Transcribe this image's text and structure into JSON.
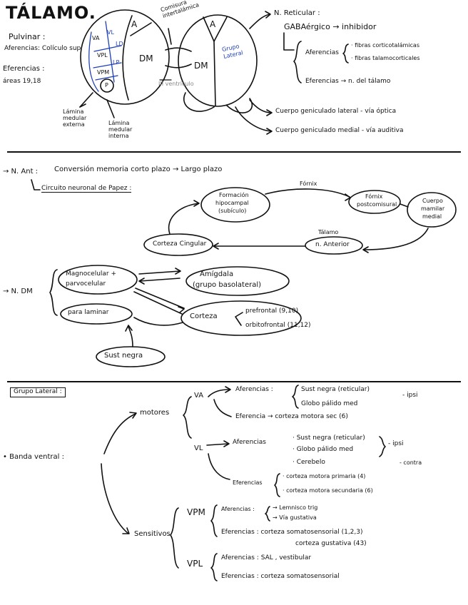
{
  "top": {
    "title": "TÁLAMO.",
    "pulvinar": {
      "label": "Pulvinar :",
      "afferents": "Aferencias: Colículo sup",
      "efferents": "Eferencias :",
      "areas": "áreas 19,18"
    },
    "nuclei_left": [
      "A",
      "VA",
      "VL",
      "VPL",
      "VPM",
      "LD",
      "LP",
      "DM",
      "P"
    ],
    "lamina_labels": [
      "Lámina medular externa",
      "Lámina medular interna"
    ],
    "commissure": "Comisura intertalámica",
    "ventricle": "III ventrículo",
    "nuclei_right": [
      "A",
      "DM",
      "Grupo Lateral"
    ],
    "reticular": {
      "label": "N. Reticular :",
      "gaba": "GABAérgico → inhibidor",
      "afferents": "Aferencias",
      "afferent_items": [
        "· fibras corticotalámicas",
        "· fibras talamocorticales"
      ],
      "efferents": "Eferencias → n. del tálamo"
    },
    "lateral_geniculate": "Cuerpo geniculado lateral - vía óptica",
    "medial_geniculate": "Cuerpo geniculado medial - vía auditiva"
  },
  "anterior": {
    "label": "→ N. Ant :",
    "description": "Conversión memoria corto plazo → Largo plazo",
    "papez_title": "Circuito neuronal de Papez :",
    "nodes": {
      "hippocampus": [
        "Formación",
        "hipocampal",
        "(subículo)"
      ],
      "fornix_label": "Fórnix",
      "fornix_post": [
        "Fórnix",
        "postcomisural"
      ],
      "mammillary": [
        "Cuerpo",
        "mamilar",
        "medial"
      ],
      "thalamus": "Tálamo",
      "n_anterior": "n. Anterior",
      "cingulate": "Corteza Cingular"
    }
  },
  "dm": {
    "label": "→ N. DM",
    "magno": [
      "Magnocelular +",
      "parvocelular"
    ],
    "paralaminar": "para laminar",
    "amygdala": [
      "Amígdala",
      "(grupo basolateral)"
    ],
    "cortex": "Corteza",
    "cortex_items": [
      "prefrontal (9,10)",
      "orbitofrontal (11,12)"
    ],
    "subst_nigra": "Sust negra"
  },
  "lateral": {
    "title": "Grupo Lateral :",
    "ventral_band": "• Banda ventral :",
    "motor": "motores",
    "sensitive": "Sensitivos",
    "va": {
      "label": "VA",
      "afferents": "Aferencias :",
      "afferent_items": [
        "Sust negra (reticular)",
        "Globo pálido med"
      ],
      "afferent_side": "- ipsi",
      "efferents": "Eferencia → corteza motora sec (6)"
    },
    "vl": {
      "label": "VL",
      "afferents": "Aferencias",
      "afferent_items": [
        "· Sust negra (reticular)",
        "· Globo pálido med",
        "· Cerebelo"
      ],
      "afferent_side": "- ipsi",
      "cerebellum_side": "- contra",
      "efferents": "Eferencias",
      "efferent_items": [
        "· corteza motora primaria (4)",
        "· corteza motora secundaria (6)"
      ]
    },
    "vpm": {
      "label": "VPM",
      "afferents": "Aferencias :",
      "afferent_items": [
        "→ Lemnisco trig",
        "→ Vía gustativa"
      ],
      "efferents": "Eferencias : corteza somatosensorial (1,2,3)",
      "efferents_2": "corteza gustativa (43)"
    },
    "vpl": {
      "label": "VPL",
      "afferents": "Aferencias : SAL , vestibular",
      "efferents": "Eferencias : corteza somatosensorial"
    }
  }
}
